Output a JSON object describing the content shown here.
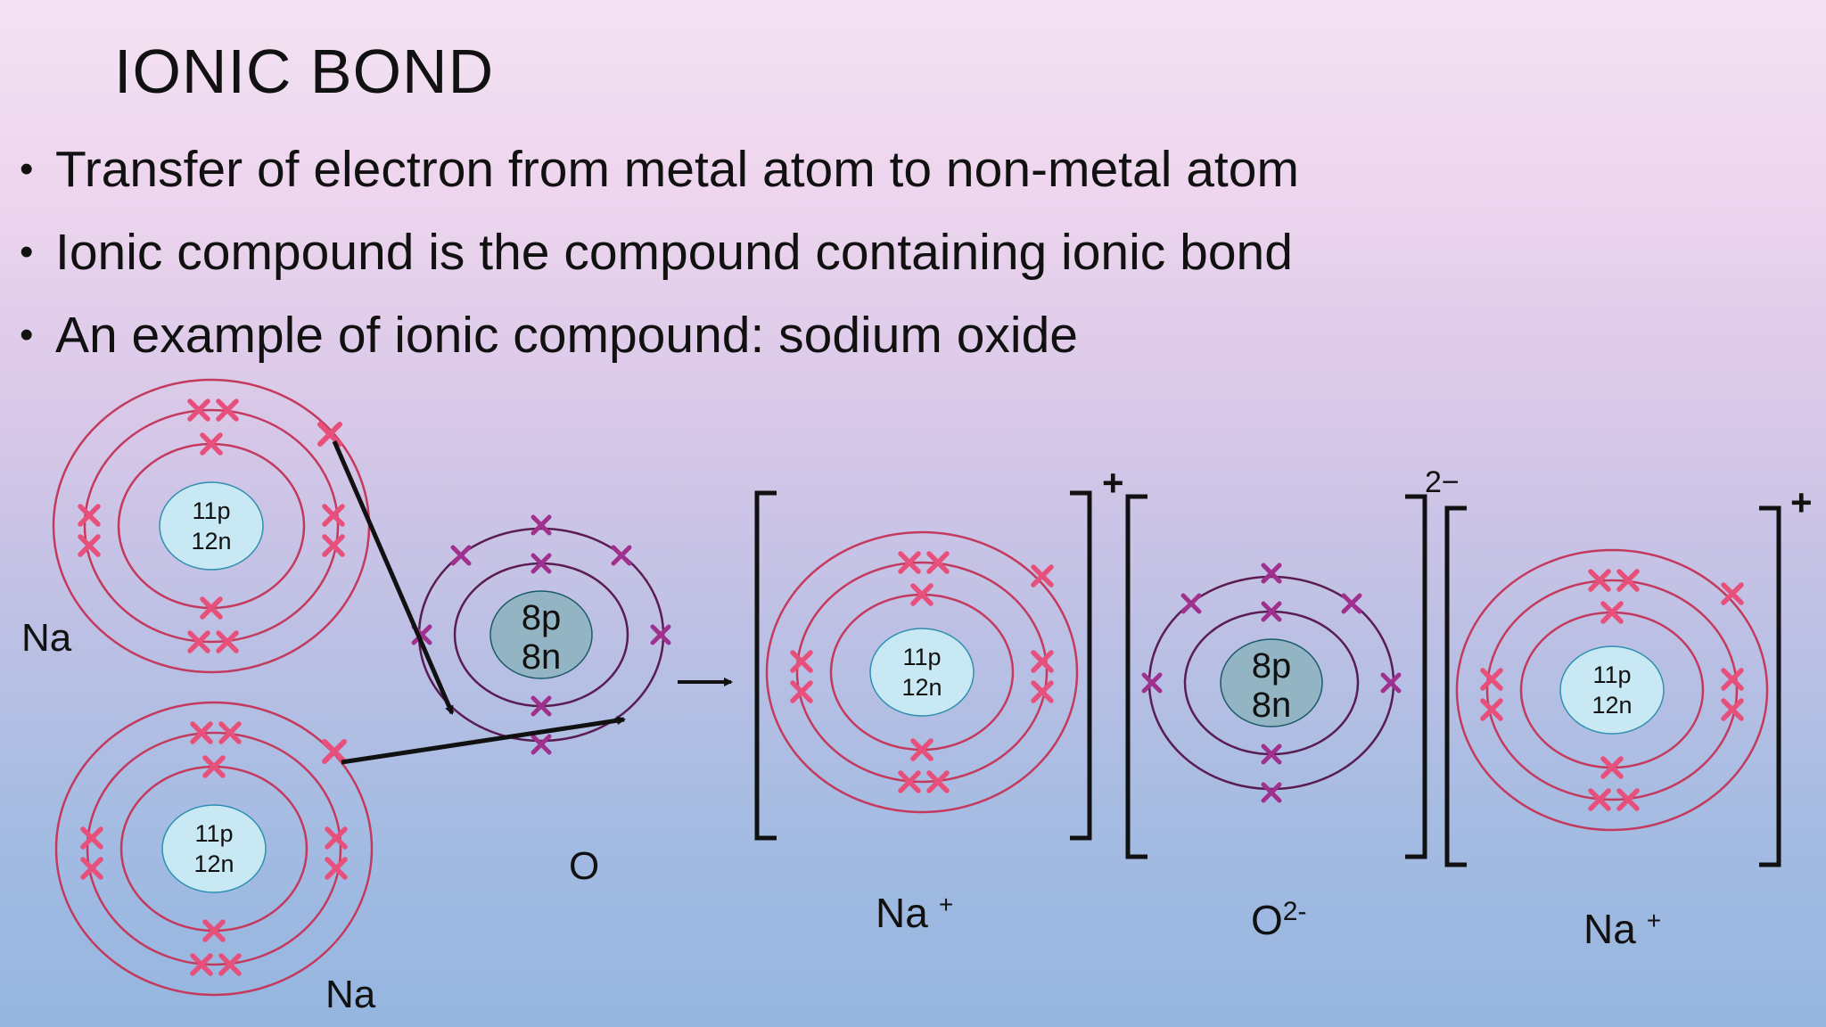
{
  "title": "IONIC BOND",
  "bullets": [
    "Transfer of electron from metal atom to non-metal atom",
    "Ionic compound is the compound containing ionic bond",
    "An example of ionic compound: sodium oxide"
  ],
  "colors": {
    "sodium_shell": "#c43a5e",
    "sodium_electron": "#e8507c",
    "oxygen_shell": "#5a1d52",
    "oxygen_electron": "#a0308e",
    "sodium_nucleus": "#c8e8f4",
    "oxygen_nucleus": "#93b4c3"
  },
  "atoms": {
    "na_top": {
      "label": "Na",
      "nucleus": [
        "11p",
        "12n"
      ]
    },
    "na_bottom": {
      "label": "Na",
      "nucleus": [
        "11p",
        "12n"
      ]
    },
    "oxygen": {
      "label": "O",
      "nucleus": [
        "8p",
        "8n"
      ]
    }
  },
  "ions": {
    "na_left": {
      "symbol": "Na",
      "superscript": "+",
      "charge_mark": "+",
      "nucleus": [
        "11p",
        "12n"
      ]
    },
    "oxide": {
      "symbol": "O",
      "superscript": "2-",
      "charge_mark": "2−",
      "nucleus": [
        "8p",
        "8n"
      ]
    },
    "na_right": {
      "symbol": "Na",
      "superscript": "+",
      "charge_mark": "+",
      "nucleus": [
        "11p",
        "12n"
      ]
    }
  }
}
